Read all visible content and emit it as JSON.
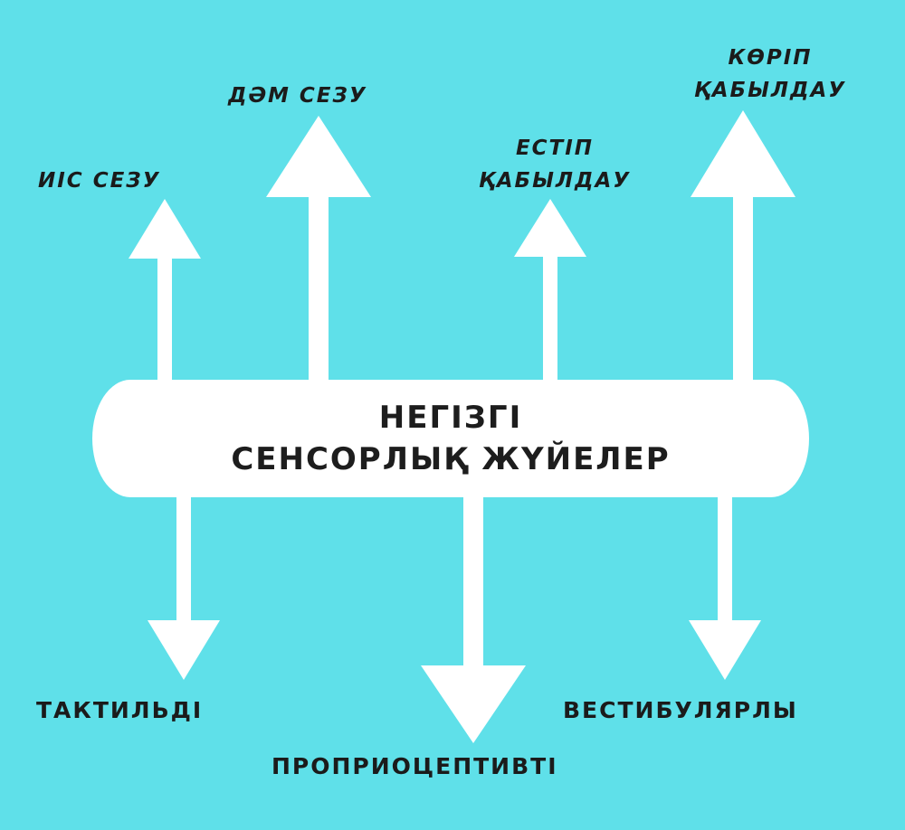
{
  "center": {
    "line1": "НЕГІЗГІ",
    "line2": "СЕНСОРЛЫҚ ЖҮЙЕЛЕР"
  },
  "labels": {
    "smell": "ИІС СЕЗУ",
    "taste": "ДӘМ СЕЗУ",
    "hearing_line1": "ЕСТІП",
    "hearing_line2": "ҚАБЫЛДАУ",
    "vision_line1": "КӨРІП",
    "vision_line2": "ҚАБЫЛДАУ",
    "tactile": "ТАКТИЛЬДІ",
    "proprioceptive": "ПРОПРИОЦЕПТИВТІ",
    "vestibular": "ВЕСТИБУЛЯРЛЫ"
  },
  "colors": {
    "background": "#5fe0e9",
    "shapes": "#ffffff",
    "text": "#1d1d1d"
  }
}
